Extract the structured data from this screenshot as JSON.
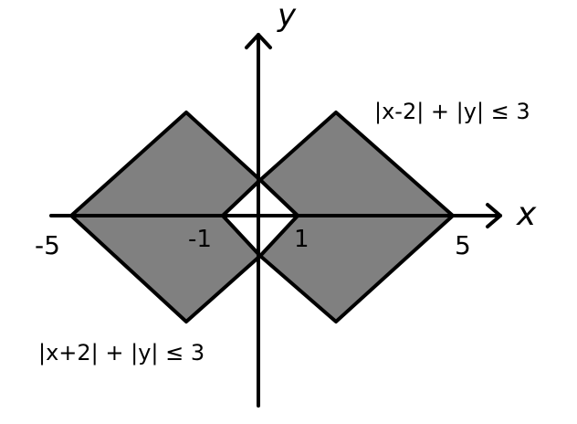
{
  "diagram": {
    "axis_x_label": "x",
    "axis_y_label": "y",
    "ticks": {
      "neg_five": "-5",
      "neg_one": "-1",
      "one": "1",
      "five": "5"
    },
    "regions": {
      "right_label": "|x-2| + |y| ≤ 3",
      "left_label": "|x+2| + |y| ≤ 3"
    },
    "colors": {
      "region_fill": "#808080",
      "stroke": "#000000",
      "background": "#ffffff"
    }
  }
}
